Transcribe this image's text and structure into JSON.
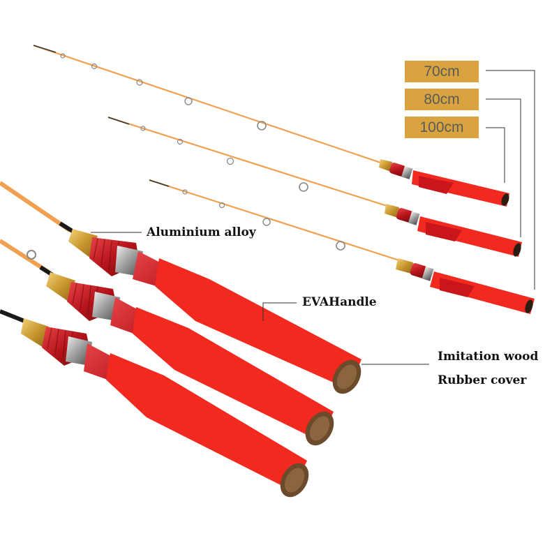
{
  "sizes": [
    {
      "label": "70cm"
    },
    {
      "label": "80cm"
    },
    {
      "label": "100cm"
    }
  ],
  "callouts": {
    "aluminium": "Aluminium alloy",
    "eva_handle": "EVAHandle",
    "imitation_wood": "Imitation wood",
    "rubber_cover": "Rubber cover"
  },
  "colors": {
    "badge": "#d9a43f",
    "handle": "#f2291f",
    "blank": "#f0a050",
    "reel_seat": "#c8161b",
    "ferrule": "#d9a43f",
    "cork": "#6b4b2b"
  }
}
